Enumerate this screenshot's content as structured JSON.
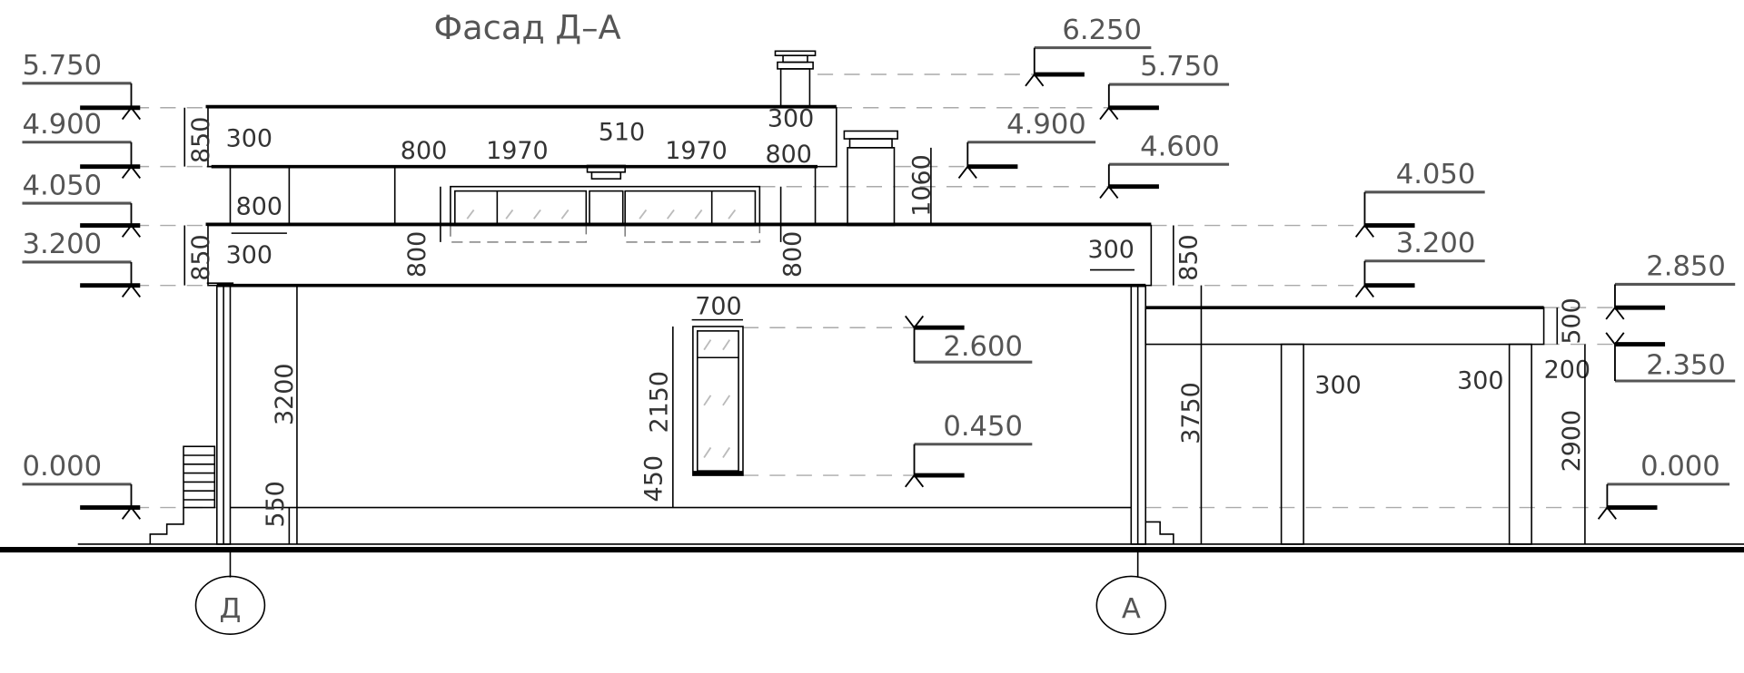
{
  "title": "Фасад Д–А",
  "axes": [
    "Д",
    "А"
  ],
  "levels_left": [
    "5.750",
    "4.900",
    "4.050",
    "3.200",
    "0.000"
  ],
  "levels_right": [
    "6.250",
    "5.750",
    "4.900",
    "4.600",
    "4.050",
    "3.200",
    "2.850",
    "2.350",
    "0.000"
  ],
  "levels_inner": [
    "2.600",
    "0.450"
  ],
  "dims_h": [
    "300",
    "800",
    "1970",
    "510",
    "1970",
    "300",
    "800",
    "800",
    "300",
    "300",
    "700",
    "300",
    "300",
    "200"
  ],
  "dims_v": [
    "850",
    "850",
    "800",
    "800",
    "1060",
    "850",
    "3200",
    "550",
    "2150",
    "450",
    "3750",
    "500",
    "2900"
  ]
}
